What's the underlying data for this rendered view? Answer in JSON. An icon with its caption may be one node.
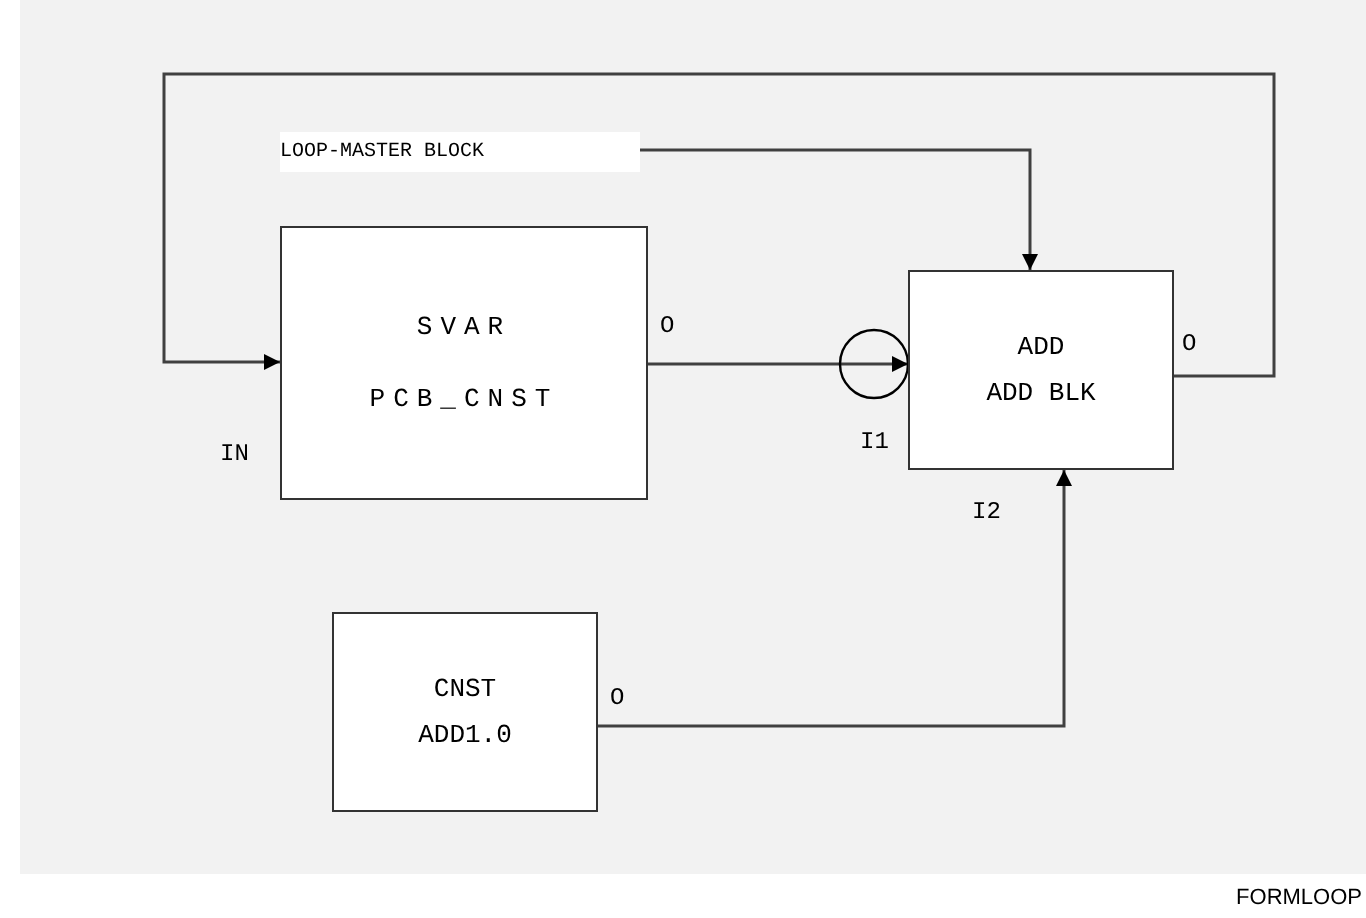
{
  "diagram": {
    "nodes": [
      {
        "text": [
          "LOOP-MASTER BLOCK"
        ]
      },
      {
        "text": [
          "SVAR",
          "PCB_CNST"
        ],
        "beside": [
          "O",
          "IN"
        ]
      },
      {
        "text": [
          "ADD",
          "ADD BLK"
        ],
        "beside": [
          "O",
          "I1",
          "I2"
        ]
      },
      {
        "text": [
          "CNST",
          "ADD1.0"
        ],
        "beside": [
          "O"
        ]
      }
    ],
    "edges": [
      {
        "from": 0,
        "to": 2,
        "arrow": "to"
      },
      {
        "from": 1,
        "to": 2,
        "arrow": "to"
      },
      {
        "from": 2,
        "to": 1,
        "arrow": "to"
      },
      {
        "from": 3,
        "to": 2,
        "arrow": "to"
      }
    ],
    "labels": [
      "FORMLOOP"
    ]
  }
}
